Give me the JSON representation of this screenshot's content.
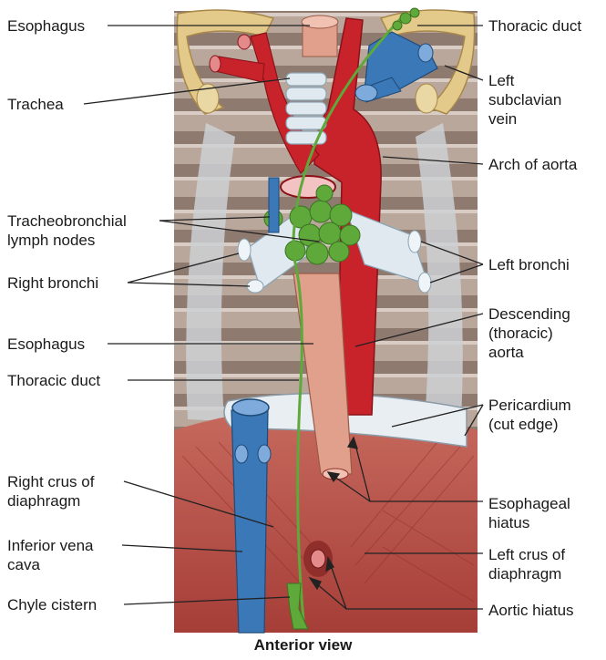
{
  "labels": {
    "esophagus_top": "Esophagus",
    "trachea": "Trachea",
    "thoracic_duct_top": "Thoracic duct",
    "left_subclavian_vein": "Left\nsubclavian\nvein",
    "arch_of_aorta": "Arch of aorta",
    "tracheobronchial_lymph_nodes": "Tracheobronchial\nlymph nodes",
    "right_bronchi": "Right bronchi",
    "left_bronchi": "Left bronchi",
    "esophagus_mid": "Esophagus",
    "descending_aorta": "Descending\n(thoracic)\naorta",
    "thoracic_duct_mid": "Thoracic duct",
    "pericardium": "Pericardium\n(cut edge)",
    "right_crus": "Right crus of\ndiaphragm",
    "esophageal_hiatus": "Esophageal\nhiatus",
    "inferior_vena_cava": "Inferior vena\ncava",
    "left_crus": "Left crus of\ndiaphragm",
    "chyle_cistern": "Chyle cistern",
    "aortic_hiatus": "Aortic hiatus"
  },
  "caption": "Anterior view",
  "colors": {
    "artery": "#c8222a",
    "vein": "#3a78b8",
    "lymph": "#5fa83a",
    "esophagus": "#e0a08c",
    "trachea": "#dfe9ef",
    "muscle": "#b8504a",
    "bone": "#e3c98a",
    "leader": "#222222"
  }
}
